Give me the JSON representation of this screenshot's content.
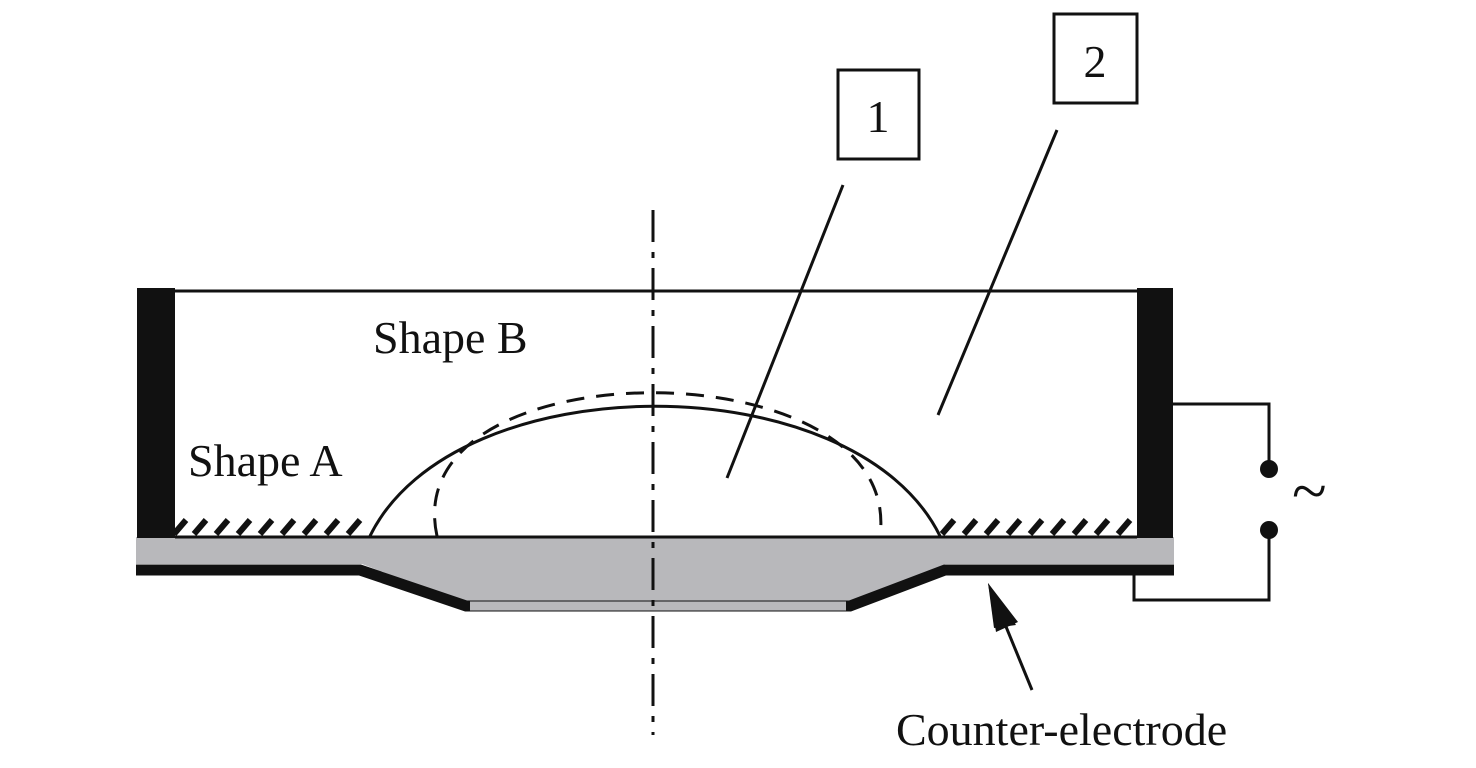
{
  "labels": {
    "shape_a": "Shape A",
    "shape_b": "Shape B",
    "box_1": "1",
    "box_2": "2",
    "counter_electrode": "Counter-electrode",
    "ac_symbol": "~"
  },
  "colors": {
    "line": "#111111",
    "wall": "#111111",
    "substrate": "#b8b8bb",
    "background": "#ffffff"
  }
}
